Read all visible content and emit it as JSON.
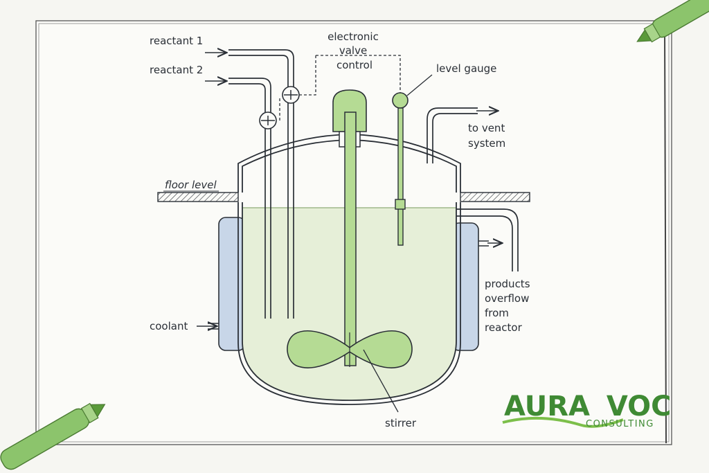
{
  "labels": {
    "reactant1": "reactant 1",
    "reactant2": "reactant 2",
    "valve_line1": "electronic",
    "valve_line2": "valve",
    "valve_line3": "control",
    "level_gauge": "level gauge",
    "vent_line1": "to vent",
    "vent_line2": "system",
    "floor_level": "floor level",
    "products_line1": "products",
    "products_line2": "overflow",
    "products_line3": "from",
    "products_line4": "reactor",
    "coolant": "coolant",
    "stirrer": "stirrer"
  },
  "logo": {
    "brand_a": "AURA",
    "brand_b": "VOC",
    "sub": "CONSULTING"
  },
  "colors": {
    "ink": "#2a2f36",
    "liquid": "#e6efd8",
    "stirrer_green": "#b5db94",
    "jacket_blue": "#c8d6e8",
    "brand_green": "#3f8a34",
    "marker_green": "#8cc46c"
  }
}
